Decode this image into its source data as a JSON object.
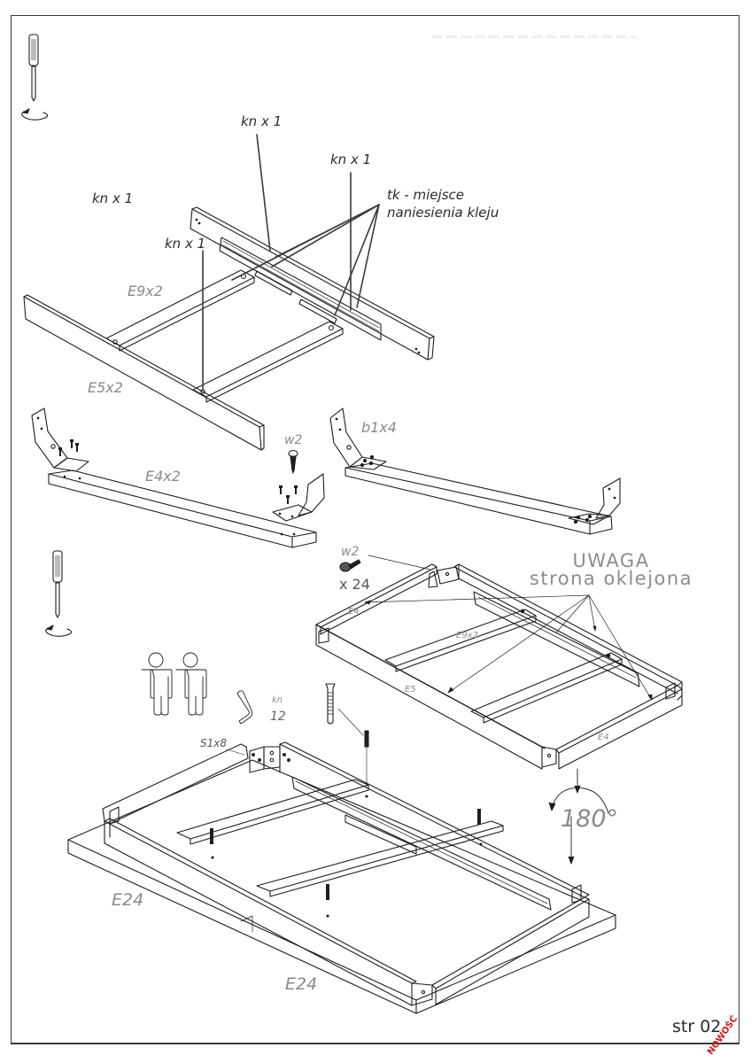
{
  "document": {
    "type": "assembly-instruction",
    "page_label": "str 02",
    "badge": "NOWOŚĆ",
    "badge_color": "#d01b1b",
    "line_color": "#1e1e1e",
    "label_color_dark": "#2a2a2a",
    "label_color_light": "#8a8a8a"
  },
  "icons": {
    "screwdriver_top": "screwdriver-icon",
    "screwdriver_middle": "screwdriver-icon",
    "people": "two-person-icon",
    "allen_key": "allen-key-icon"
  },
  "step1": {
    "callouts": {
      "kn_top": "kn x 1",
      "kn_right": "kn x 1",
      "kn_left": "kn x 1",
      "kn_mid": "kn x 1"
    },
    "glue_note_line1": "tk - miejsce",
    "glue_note_line2": "naniesienia kleju",
    "part_e9": "E9x2",
    "part_e5": "E5x2"
  },
  "step2": {
    "part_e4": "E4x2",
    "screw_w2": "w2",
    "bracket_b1": "b1x4"
  },
  "step3": {
    "screw_label": "w2",
    "screw_qty": "x 24",
    "warning_title": "UWAGA",
    "warning_text": "strona oklejona",
    "part_e4_top": "E4",
    "part_e9": "E9x2",
    "part_e5": "E5",
    "part_e4_bottom": "E4"
  },
  "step4": {
    "allen_key_label": "kn",
    "allen_key_qty": "12",
    "screw_s1": "S1x8",
    "rotation": "180°",
    "top_left": "E24",
    "top_right": "E24"
  }
}
